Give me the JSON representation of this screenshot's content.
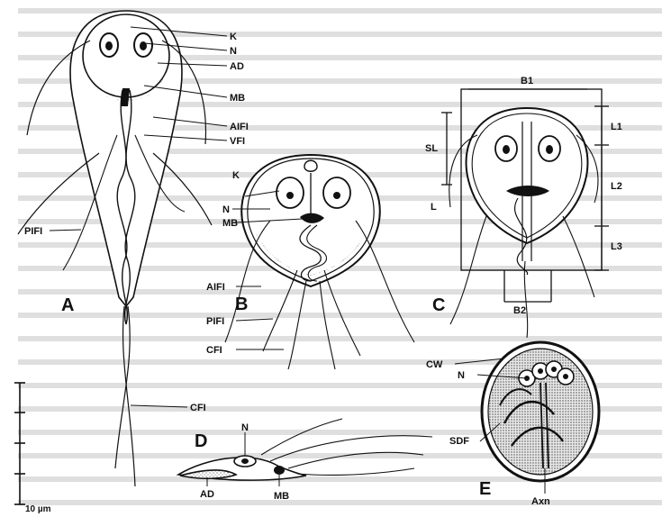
{
  "panels": {
    "a": {
      "letter": "A",
      "labels": {
        "k": "K",
        "n": "N",
        "ad": "AD",
        "mb": "MB",
        "aifl": "AIFI",
        "vfl": "VFI",
        "pifl": "PIFI",
        "cfl": "CFI"
      }
    },
    "b": {
      "letter": "B",
      "labels": {
        "k": "K",
        "n": "N",
        "mb": "MB",
        "aifl": "AIFI",
        "pifl": "PIFI",
        "cfl": "CFI"
      }
    },
    "c": {
      "letter": "C",
      "labels": {
        "b1": "B1",
        "b2": "B2",
        "sl": "SL",
        "l": "L",
        "l1": "L1",
        "l2": "L2",
        "l3": "L3"
      }
    },
    "d": {
      "letter": "D",
      "labels": {
        "n": "N",
        "ad": "AD",
        "mb": "MB"
      }
    },
    "e": {
      "letter": "E",
      "labels": {
        "cw": "CW",
        "n": "N",
        "sdf": "SDF",
        "axn": "Axn"
      }
    }
  },
  "scale_bar": {
    "label": "10 µm"
  }
}
